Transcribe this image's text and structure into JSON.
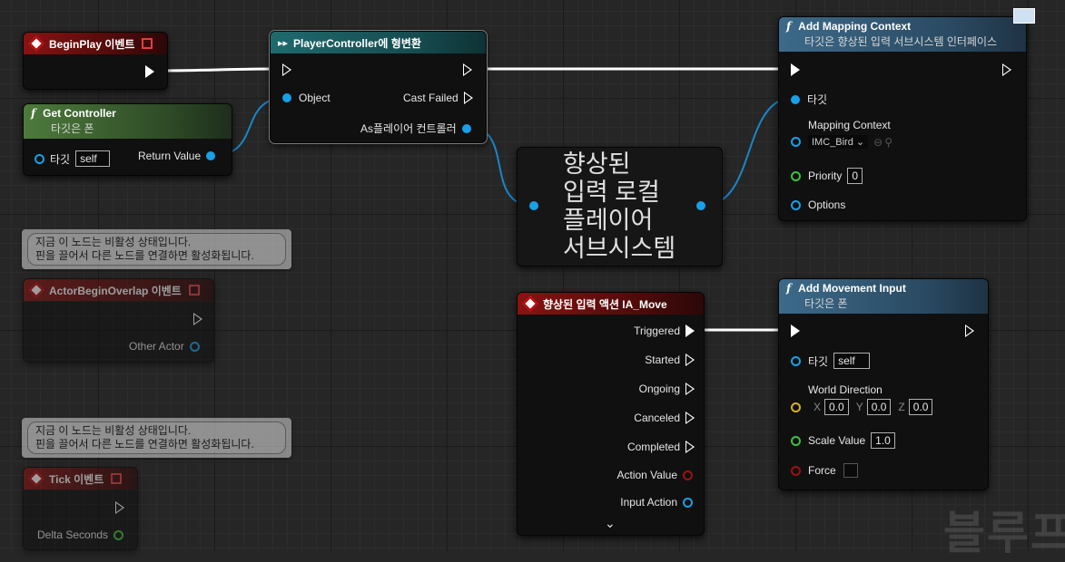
{
  "nodes": {
    "begin_play": {
      "title": "BeginPlay 이벤트"
    },
    "get_controller": {
      "title": "Get Controller",
      "subtitle": "타깃은 폰",
      "target_label": "타깃",
      "target_value": "self",
      "return_label": "Return Value"
    },
    "cast": {
      "title": "PlayerController에 형변환",
      "object_label": "Object",
      "cast_failed_label": "Cast Failed",
      "as_label": "As플레이어 컨트롤러"
    },
    "subsystem": {
      "title": "향상된\n입력 로컬\n플레이어\n서브시스템"
    },
    "add_mapping": {
      "title": "Add Mapping Context",
      "subtitle": "타깃은 향상된 입력 서브시스템 인터페이스",
      "target_label": "타깃",
      "mapping_label": "Mapping Context",
      "mapping_value": "IMC_Bird",
      "priority_label": "Priority",
      "priority_value": "0",
      "options_label": "Options"
    },
    "overlap_comment": {
      "line1": "지금 이 노드는 비활성 상태입니다.",
      "line2": "핀을 끌어서 다른 노드를 연결하면 활성화됩니다."
    },
    "overlap": {
      "title": "ActorBeginOverlap 이벤트",
      "other_actor_label": "Other Actor"
    },
    "tick_comment": {
      "line1": "지금 이 노드는 비활성 상태입니다.",
      "line2": "핀을 끌어서 다른 노드를 연결하면 활성화됩니다."
    },
    "tick": {
      "title": "Tick 이벤트",
      "delta_label": "Delta Seconds"
    },
    "ia_move": {
      "title": "향상된 입력 액션 IA_Move",
      "triggered": "Triggered",
      "started": "Started",
      "ongoing": "Ongoing",
      "canceled": "Canceled",
      "completed": "Completed",
      "action_value": "Action Value",
      "input_action": "Input Action"
    },
    "add_movement": {
      "title": "Add Movement Input",
      "subtitle": "타깃은 폰",
      "target_label": "타깃",
      "target_value": "self",
      "world_dir_label": "World Direction",
      "x_label": "X",
      "x_value": "0.0",
      "y_label": "Y",
      "y_value": "0.0",
      "z_label": "Z",
      "z_value": "0.0",
      "scale_label": "Scale Value",
      "scale_value": "1.0",
      "force_label": "Force"
    }
  },
  "watermark": "블루프",
  "colors": {
    "exec": "#ffffff",
    "object_pin": "#18a0e8",
    "vector_pin": "#d8b020",
    "float_pin": "#40c040",
    "bool_pin": "#a01010"
  }
}
